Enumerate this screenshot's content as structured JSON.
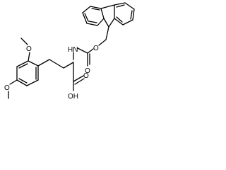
{
  "molecule": {
    "atom_labels": {
      "ester_oxygen": "O",
      "carbonyl_oxygen": "O",
      "amide_nitrogen": "HN",
      "methoxy_top_oxygen": "O",
      "methoxy_top_methyl": "",
      "methoxy_bottom_oxygen": "O",
      "acid_oxygen": "O",
      "acid_hydroxyl": "OH"
    },
    "bond_color": "#000000",
    "label_color": "#000000"
  }
}
